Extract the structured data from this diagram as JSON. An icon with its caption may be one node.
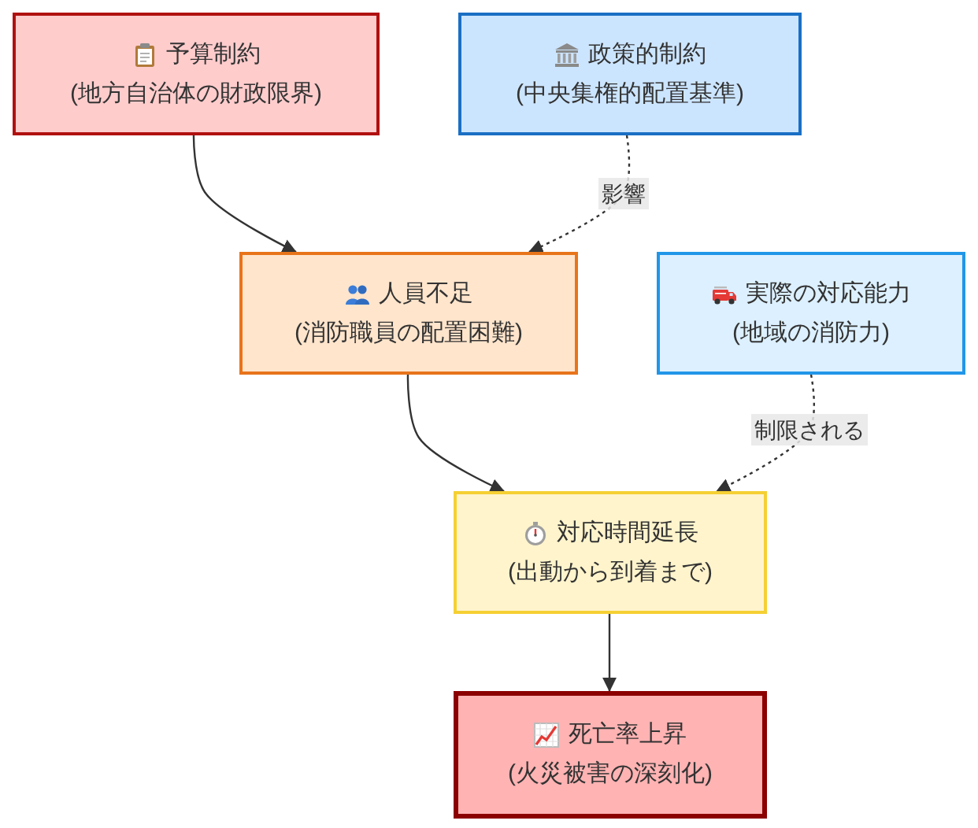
{
  "diagram": {
    "nodes": [
      {
        "text": [
          "予算制約",
          "(地方自治体の財政限界)"
        ]
      },
      {
        "text": [
          "政策的制約",
          "(中央集権的配置基準)"
        ]
      },
      {
        "text": [
          "人員不足",
          "(消防職員の配置困難)"
        ]
      },
      {
        "text": [
          "実際の対応能力",
          "(地域の消防力)"
        ]
      },
      {
        "text": [
          "対応時間延長",
          "(出動から到着まで)"
        ]
      },
      {
        "text": [
          "死亡率上昇",
          "(火災被害の深刻化)"
        ]
      }
    ],
    "edges": [
      {
        "from": 0,
        "to": 2,
        "arrow": "to"
      },
      {
        "from": 1,
        "to": 2,
        "arrow": "to",
        "label": "影響",
        "style": "dashed"
      },
      {
        "from": 2,
        "to": 4,
        "arrow": "to"
      },
      {
        "from": 3,
        "to": 4,
        "arrow": "to",
        "label": "制限される",
        "style": "dashed"
      },
      {
        "from": 4,
        "to": 5,
        "arrow": "to"
      }
    ]
  }
}
